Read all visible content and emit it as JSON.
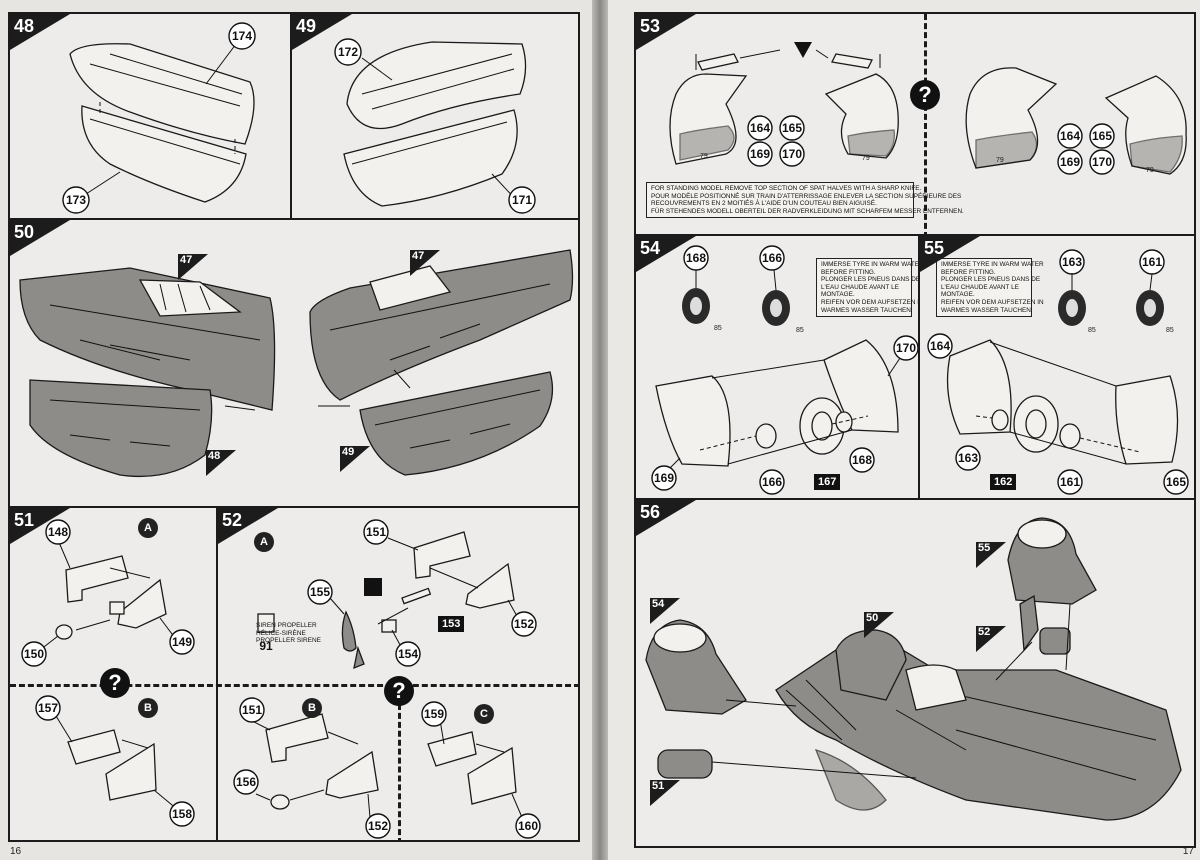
{
  "pages": {
    "left_number": "16",
    "right_number": "17"
  },
  "steps": {
    "s48": {
      "number": "48",
      "callouts": [
        "174",
        "173"
      ]
    },
    "s49": {
      "number": "49",
      "callouts": [
        "172",
        "171"
      ]
    },
    "s50": {
      "number": "50",
      "tags": [
        "47",
        "47",
        "48",
        "49"
      ]
    },
    "s51": {
      "number": "51",
      "options": [
        "A",
        "B"
      ],
      "callouts_a": [
        "148",
        "149",
        "150"
      ],
      "callouts_b": [
        "157",
        "158"
      ]
    },
    "s52": {
      "number": "52",
      "options": [
        "A",
        "B",
        "C"
      ],
      "callouts_a": [
        "151",
        "155",
        "153",
        "152",
        "154"
      ],
      "paint_code": "91",
      "paint_label": [
        "SIREN PROPELLER",
        "HÉLICE-SIRÈNE",
        "PROPELLER SIRENE"
      ],
      "callouts_b": [
        "151",
        "156",
        "152"
      ],
      "callouts_c": [
        "159",
        "160"
      ]
    },
    "s53": {
      "number": "53",
      "callouts_left": [
        "164",
        "169",
        "165",
        "170"
      ],
      "callouts_right": [
        "164",
        "169",
        "165",
        "170"
      ],
      "paint_code": "79",
      "note": [
        "FOR STANDING MODEL REMOVE TOP SECTION OF SPAT HALVES WITH A SHARP KNIFE.",
        "POUR MODÈLE POSITIONNÉ SUR TRAIN D'ATTERRISSAGE ENLEVER LA SECTION SUPÉRIEURE DES",
        "RECOUVREMENTS EN 2 MOITIÉS À L'AIDE D'UN COUTEAU BIEN AIGUISÉ.",
        "FÜR STEHENDES MODELL OBERTEIL DER RADVERKLEIDUNG MIT SCHARFEM MESSER ENTFERNEN."
      ]
    },
    "s54": {
      "number": "54",
      "callouts": [
        "168",
        "166",
        "170",
        "169",
        "166",
        "167",
        "168"
      ],
      "paint_code": "85",
      "note": [
        "IMMERSE TYRE IN WARM WATER",
        "BEFORE FITTING.",
        "PLONGER LES PNEUS DANS DE",
        "L'EAU CHAUDE AVANT LE",
        "MONTAGE.",
        "REIFEN VOR DEM AUFSETZEN IN",
        "WARMES WASSER TAUCHEN."
      ]
    },
    "s55": {
      "number": "55",
      "callouts": [
        "163",
        "161",
        "164",
        "163",
        "162",
        "161",
        "165"
      ],
      "paint_code": "85",
      "note": [
        "IMMERSE TYRE IN WARM WATER",
        "BEFORE FITTING.",
        "PLONGER LES PNEUS DANS DE",
        "L'EAU CHAUDE AVANT LE",
        "MONTAGE.",
        "REIFEN VOR DEM AUFSETZEN IN",
        "WARMES WASSER TAUCHEN."
      ]
    },
    "s56": {
      "number": "56",
      "tags": [
        "55",
        "54",
        "50",
        "52",
        "51"
      ]
    }
  },
  "symbols": {
    "question": "?"
  },
  "colors": {
    "page": "#e6e5e2",
    "ink": "#1b1b1b",
    "grey_part": "#8d8c89"
  }
}
